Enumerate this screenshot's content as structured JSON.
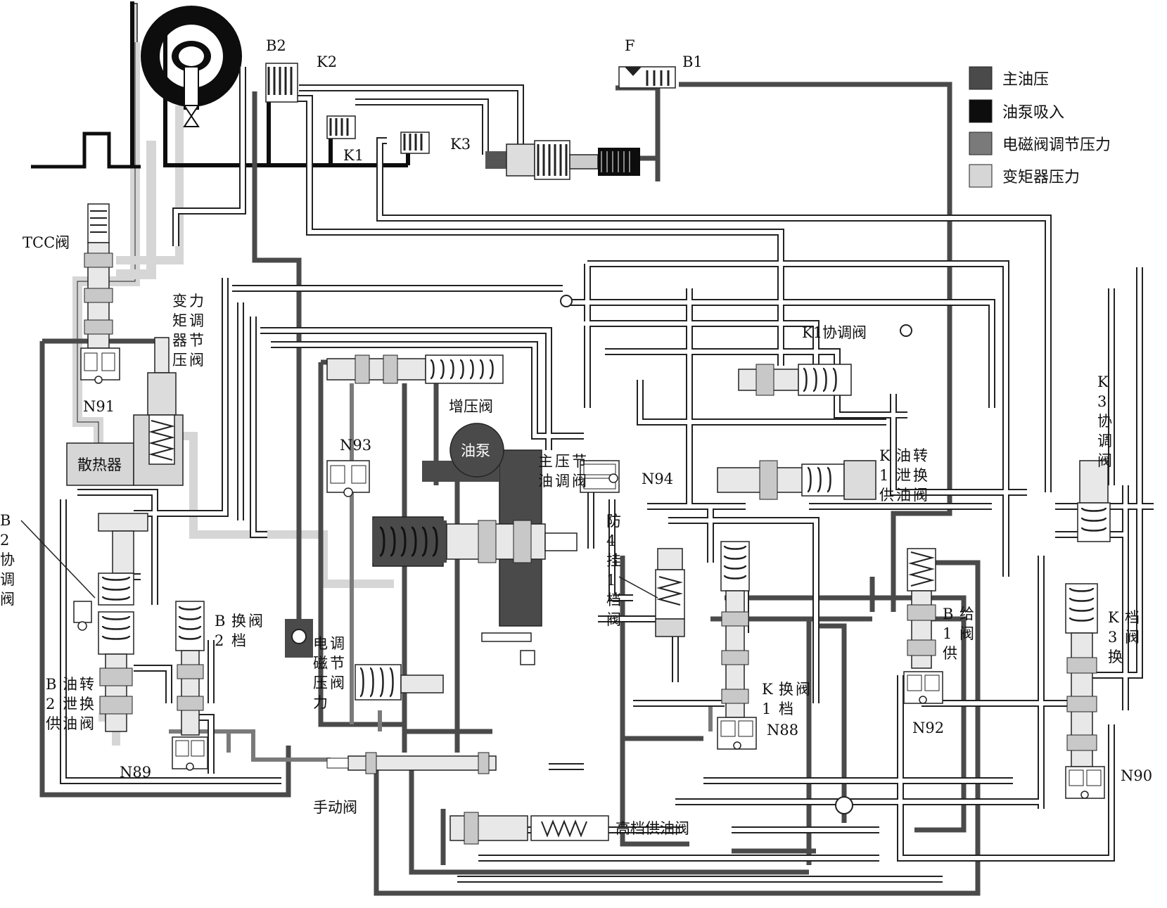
{
  "legend": [
    {
      "label": "主油压",
      "color": "#4a4a4a"
    },
    {
      "label": "油泵吸入",
      "color": "#0d0d0d"
    },
    {
      "label": "电磁阀调节压力",
      "color": "#7a7a7a"
    },
    {
      "label": "变矩器压力",
      "color": "#d6d6d6"
    }
  ],
  "clutches": {
    "b2": "B2",
    "k2": "K2",
    "f": "F",
    "b1": "B1",
    "k1": "K1",
    "k3": "K3"
  },
  "valves": {
    "tcc": "TCC阀",
    "converter_pressure_reg": "变矩器压力调节阀",
    "k1_coord": "K1协调阀",
    "booster": "增压阀",
    "pump": "油泵",
    "main_pressure_reg": "主油压调节阀",
    "k1_supply_changeover": "K1供油泄油转换阀",
    "k3_coord": "K3协调阀",
    "b2_coord": "B2协调阀",
    "anti_4_1": "防4挂1档阀",
    "b2_shift": "B2换档阀",
    "solenoid_pressure_reg": "电磁压力调节阀",
    "b2_supply_changeover": "B2供油泄油转换阀",
    "k1_shift": "K1换档阀",
    "b1_supply": "B1供给阀",
    "k3_shift": "K3换档阀",
    "manual": "手动阀",
    "high_gear_supply": "高档供油阀",
    "cooler": "散热器"
  },
  "solenoids": {
    "n91": "N91",
    "n93": "N93",
    "n94": "N94",
    "n89": "N89",
    "n88": "N88",
    "n92": "N92",
    "n90": "N90"
  }
}
